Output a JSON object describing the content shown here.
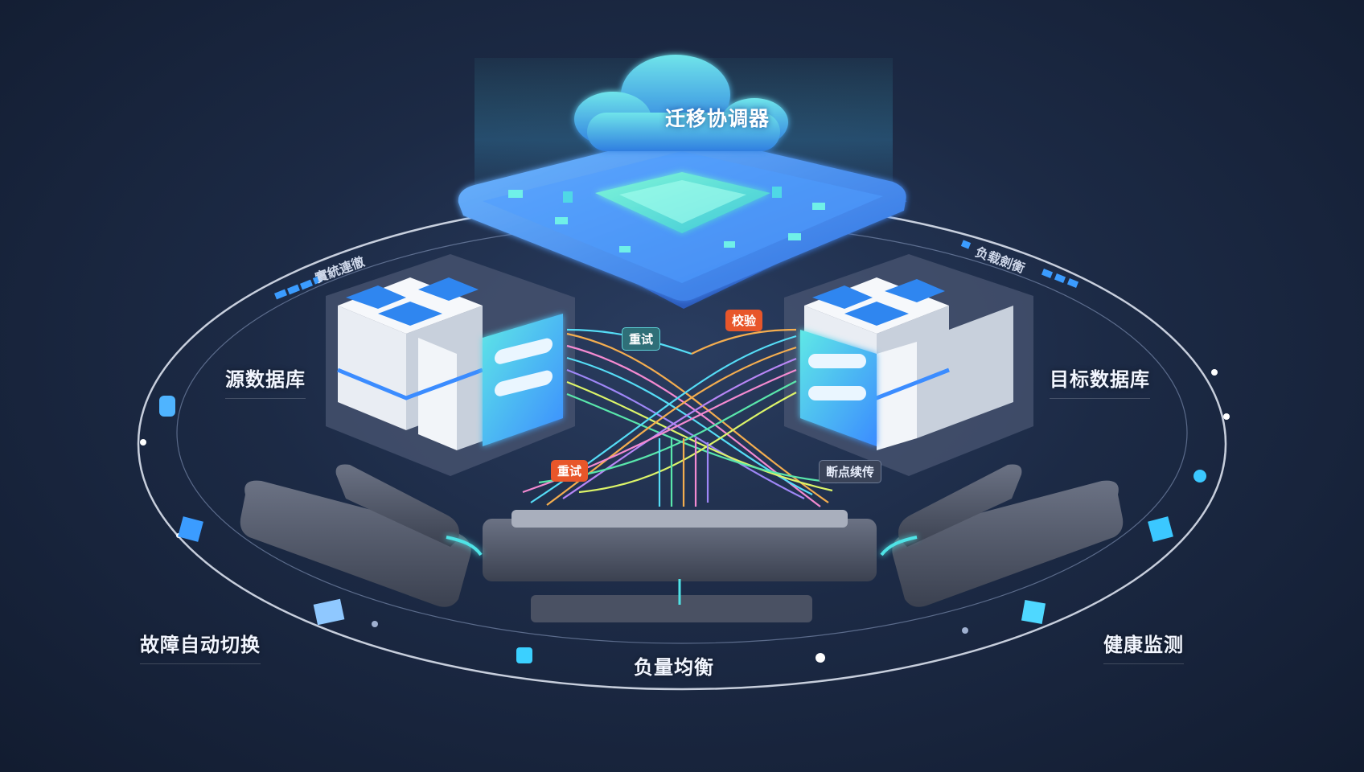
{
  "coordinator": {
    "title": "迁移协调器"
  },
  "nodes": {
    "source": "源数据库",
    "target": "目标数据库"
  },
  "features": {
    "failover": "故障自动切换",
    "load_balance": "负量均衡",
    "health": "健康监测"
  },
  "flow_tags": {
    "retry_top": "重试",
    "verify": "校验",
    "retry_bottom": "重试",
    "resume": "断点续传"
  },
  "arc_labels": {
    "left": "實統連徹",
    "right": "负载劍衡"
  },
  "colors": {
    "accent_blue": "#3b9cff",
    "accent_cyan": "#4fe3e6",
    "tag_orange": "#e8562a",
    "tag_teal": "#2f6f78"
  }
}
